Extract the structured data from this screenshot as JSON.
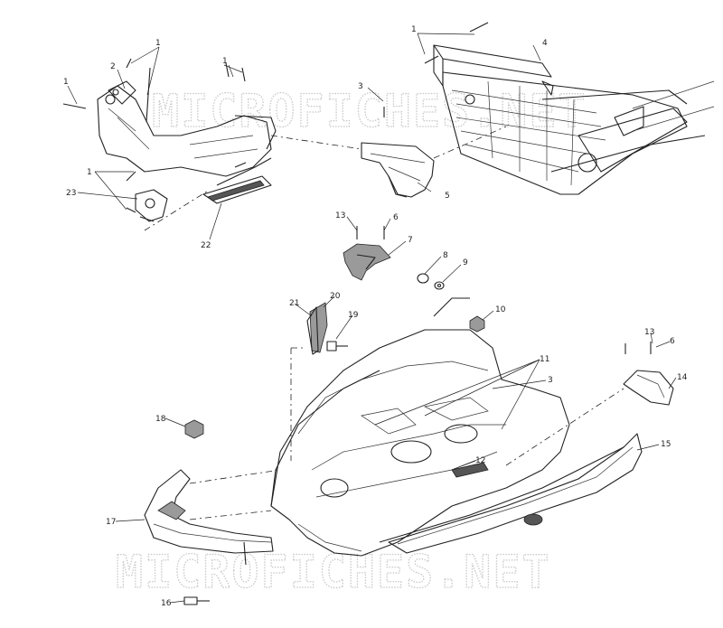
{
  "watermark": {
    "text": "MICROFICHES.NET"
  },
  "callouts": [
    "1",
    "2",
    "3",
    "4",
    "5",
    "6",
    "7",
    "8",
    "9",
    "10",
    "11",
    "12",
    "13",
    "14",
    "15",
    "16",
    "17",
    "18",
    "19",
    "20",
    "21",
    "22",
    "23"
  ]
}
